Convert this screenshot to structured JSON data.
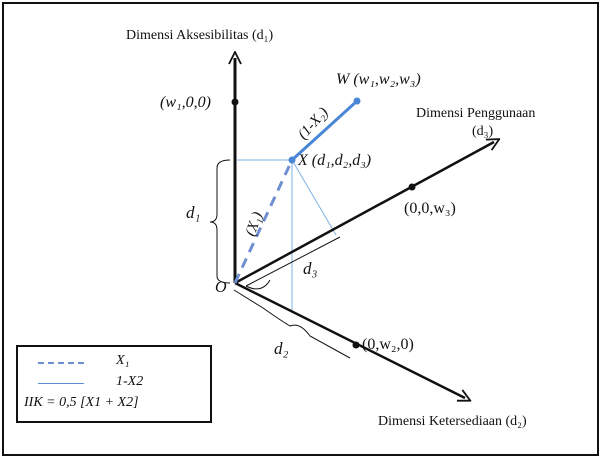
{
  "axes": {
    "d1_label": "Dimensi Aksesibilitas (d₁)",
    "d3_label_line1": "Dimensi Penggunaan",
    "d3_label_line2": "(d₃)",
    "d2_label": "Dimensi Ketersediaan (d₂)"
  },
  "points": {
    "w1_point": "(w₁,0,0)",
    "w3_point": "(0,0,w₃)",
    "w2_point": "(0,w₂,0)",
    "origin": "O",
    "X_point": "X (d₁,d₂,d₃)",
    "W_point": "W (w₁,w₂,w₃)"
  },
  "segments": {
    "x1_label": "(X₁)",
    "one_minus_x2_label": "(1-X₂)"
  },
  "dimensions": {
    "d1": "d₁",
    "d2": "d₂",
    "d3": "d₃"
  },
  "legend": {
    "dashed_label": "X₁",
    "solid_label": "1-X2",
    "formula": "IIK = 0,5 [X1 + X2]"
  },
  "colors": {
    "axis": "#111111",
    "dashed_line": "#6e8fd1",
    "solid_line": "#4a86d6",
    "projection": "#7fb0e6",
    "point": "#4a86d6"
  }
}
